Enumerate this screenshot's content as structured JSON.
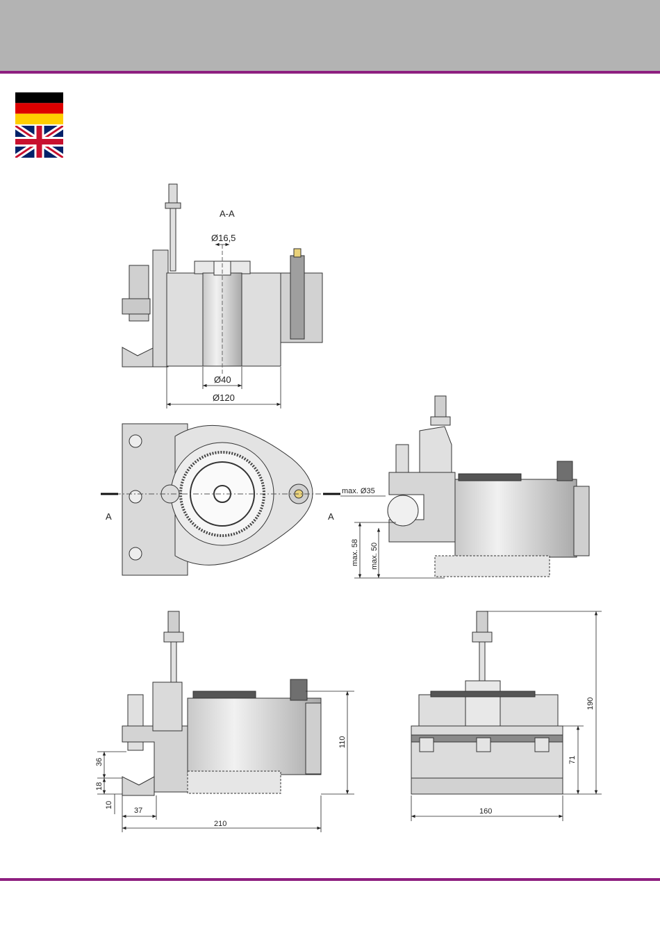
{
  "colors": {
    "header": "#b3b3b3",
    "accent": "#8e1f80",
    "steel": "#d9d9d9",
    "steel_dark": "#b0b0b0",
    "ink": "#222222"
  },
  "flags": {
    "german": "german-flag-icon",
    "english": "union-jack-flag-icon"
  },
  "section_view": {
    "title": "A-A",
    "bore_small": "Ø16,5",
    "bore_mid": "Ø40",
    "diameter_base": "Ø120"
  },
  "top_view": {
    "section_mark_left": "A",
    "section_mark_right": "A"
  },
  "side_view": {
    "max_diameter": "max. Ø35",
    "max_height_1": "max. 58",
    "max_height_2": "max. 50"
  },
  "front_view": {
    "dim_36": "36",
    "dim_18": "18",
    "dim_10": "10",
    "dim_37": "37",
    "dim_210": "210",
    "dim_110": "110"
  },
  "end_view": {
    "dim_160": "160",
    "dim_71": "71",
    "dim_190": "190"
  }
}
